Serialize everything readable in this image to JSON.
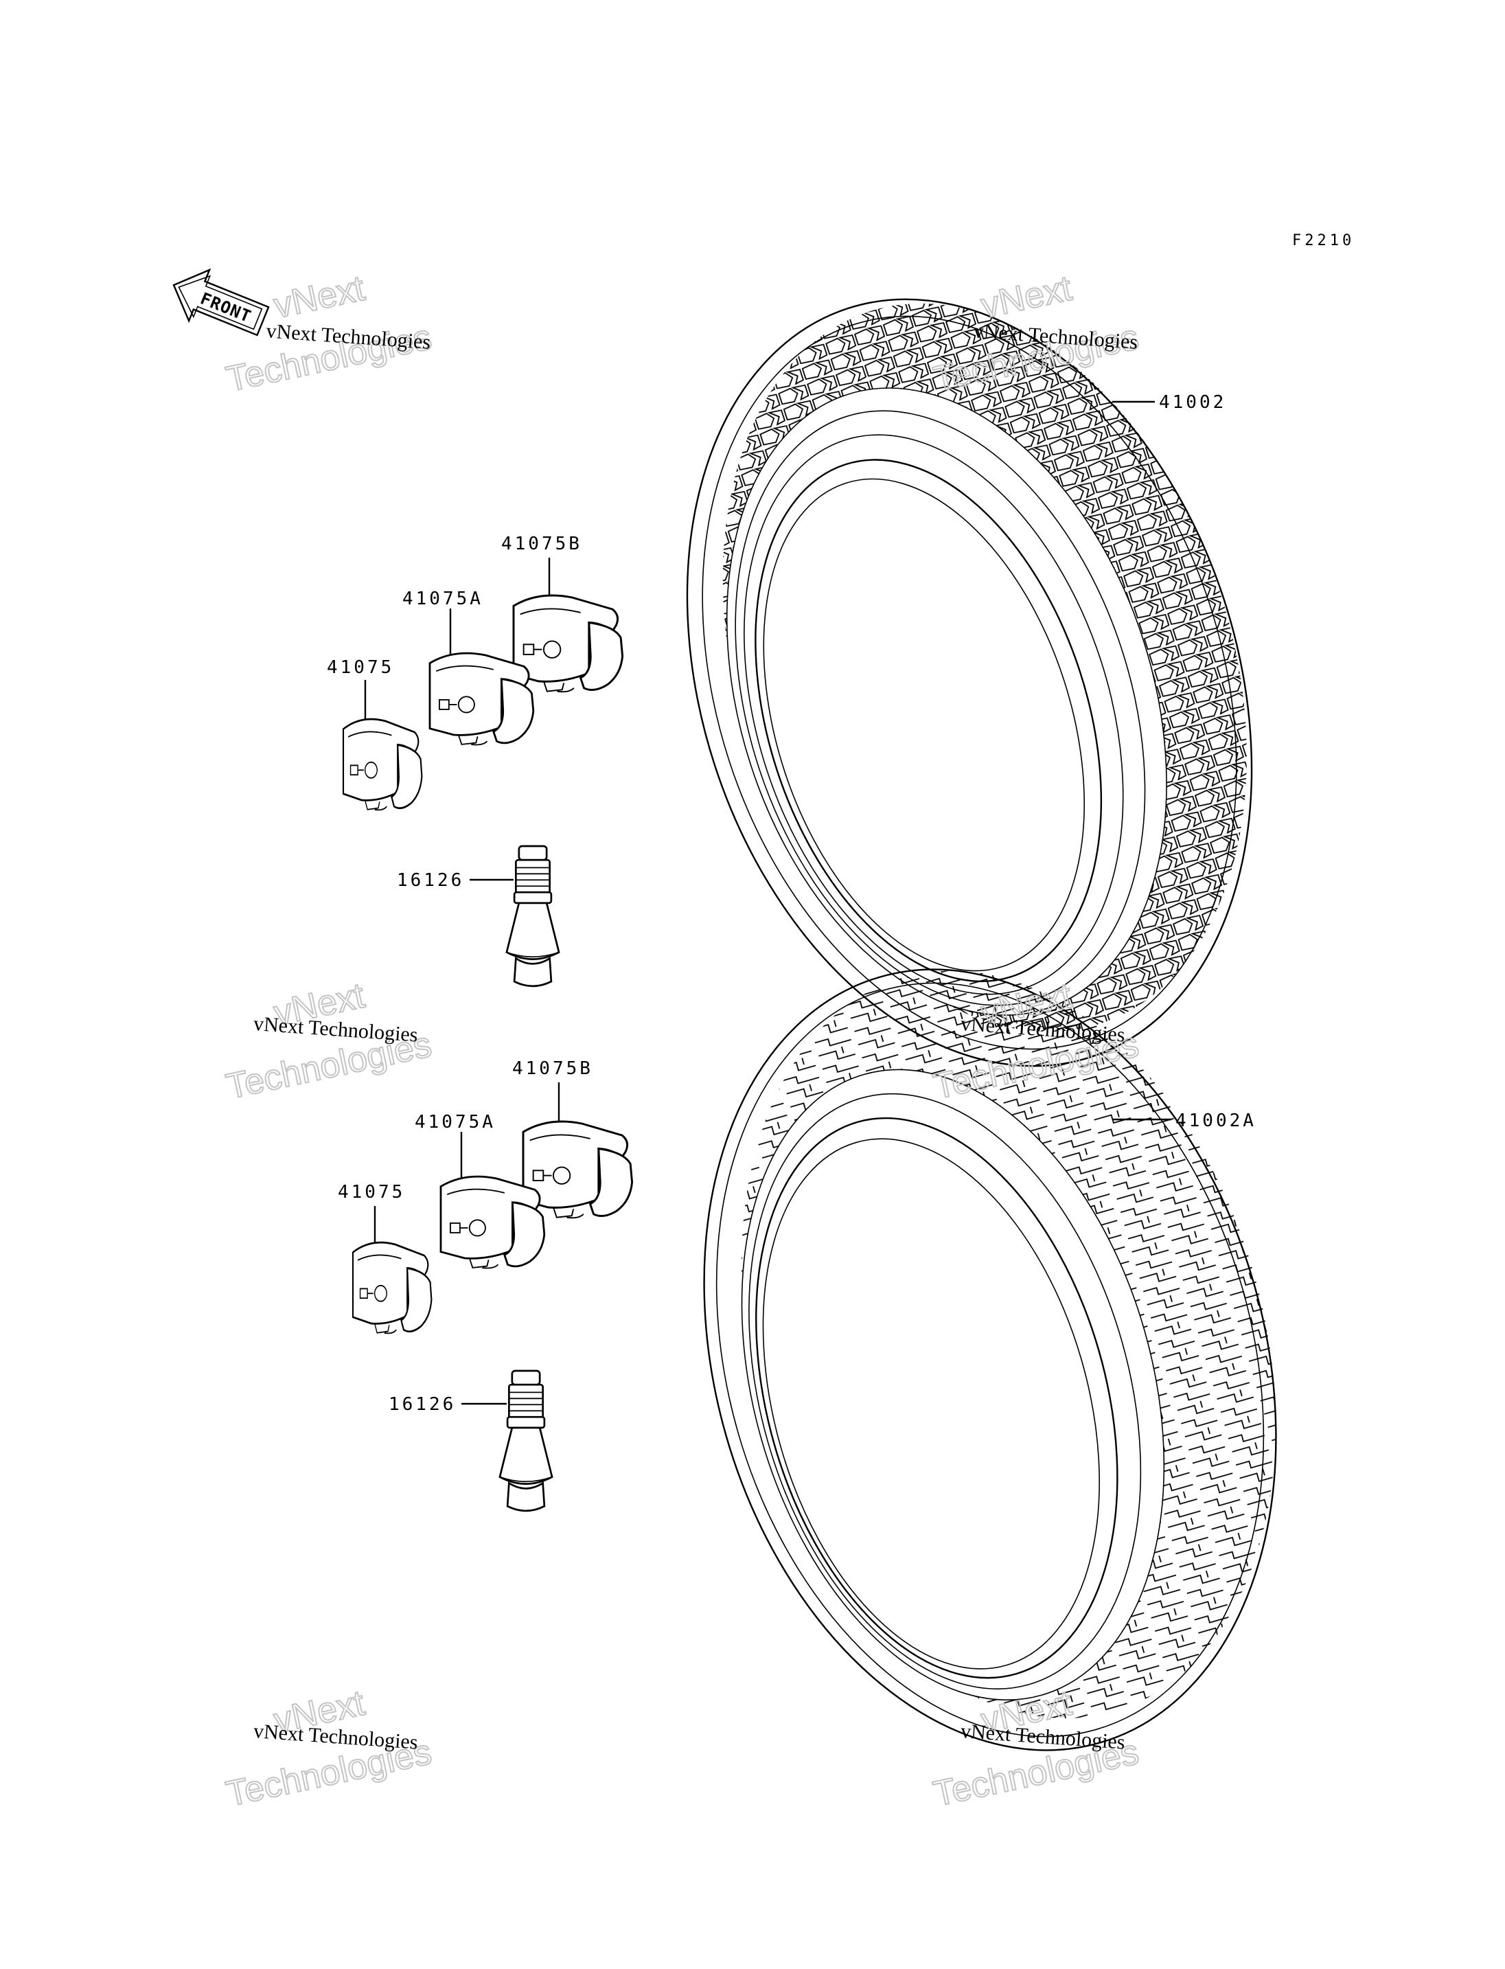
{
  "diagram": {
    "ref_code": "F2210",
    "front_label": "FRONT",
    "watermark_line1": "vNext Technologies",
    "watermark_line2": "vNext",
    "watermark_line3": "Technologies",
    "upper": {
      "tire": "41002",
      "weight_b": "41075B",
      "weight_a": "41075A",
      "weight": "41075",
      "valve": "16126"
    },
    "lower": {
      "tire": "41002A",
      "weight_b": "41075B",
      "weight_a": "41075A",
      "weight": "41075",
      "valve": "16126"
    }
  }
}
